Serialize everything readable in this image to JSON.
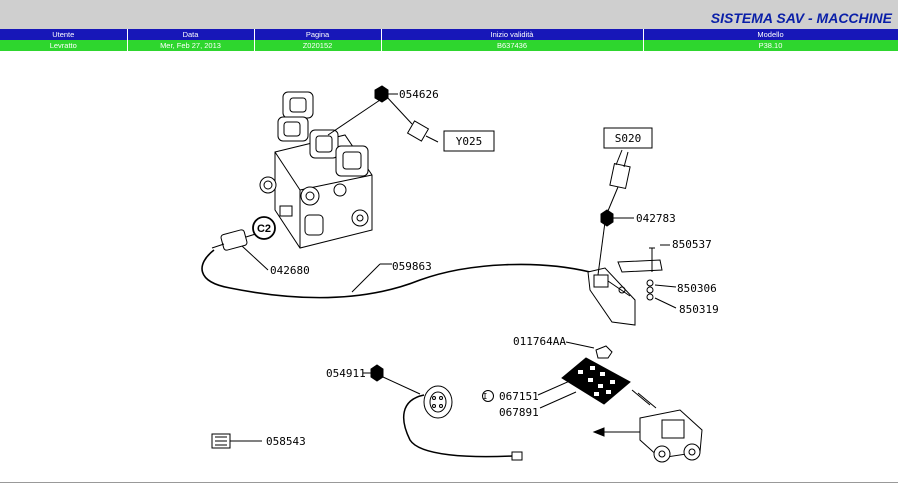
{
  "header": {
    "title": "SISTEMA SAV - MACCHINE"
  },
  "info": {
    "columns": [
      "Utente",
      "Data",
      "Pagina",
      "Inizio validità",
      "Modello"
    ],
    "values": [
      "Levratto",
      "Mer, Feb 27, 2013",
      "Z020152",
      "B637436",
      "P38.10"
    ]
  },
  "parts": {
    "p054626": "054626",
    "y025": "Y025",
    "s020": "S020",
    "p042783": "042783",
    "p850537": "850537",
    "p850306": "850306",
    "p850319": "850319",
    "c2": "C2",
    "p042680": "042680",
    "p059863": "059863",
    "p011764aa": "011764AA",
    "p054911": "054911",
    "p067151": "067151",
    "p067891": "067891",
    "p058543": "058543",
    "circle_i": "I"
  }
}
